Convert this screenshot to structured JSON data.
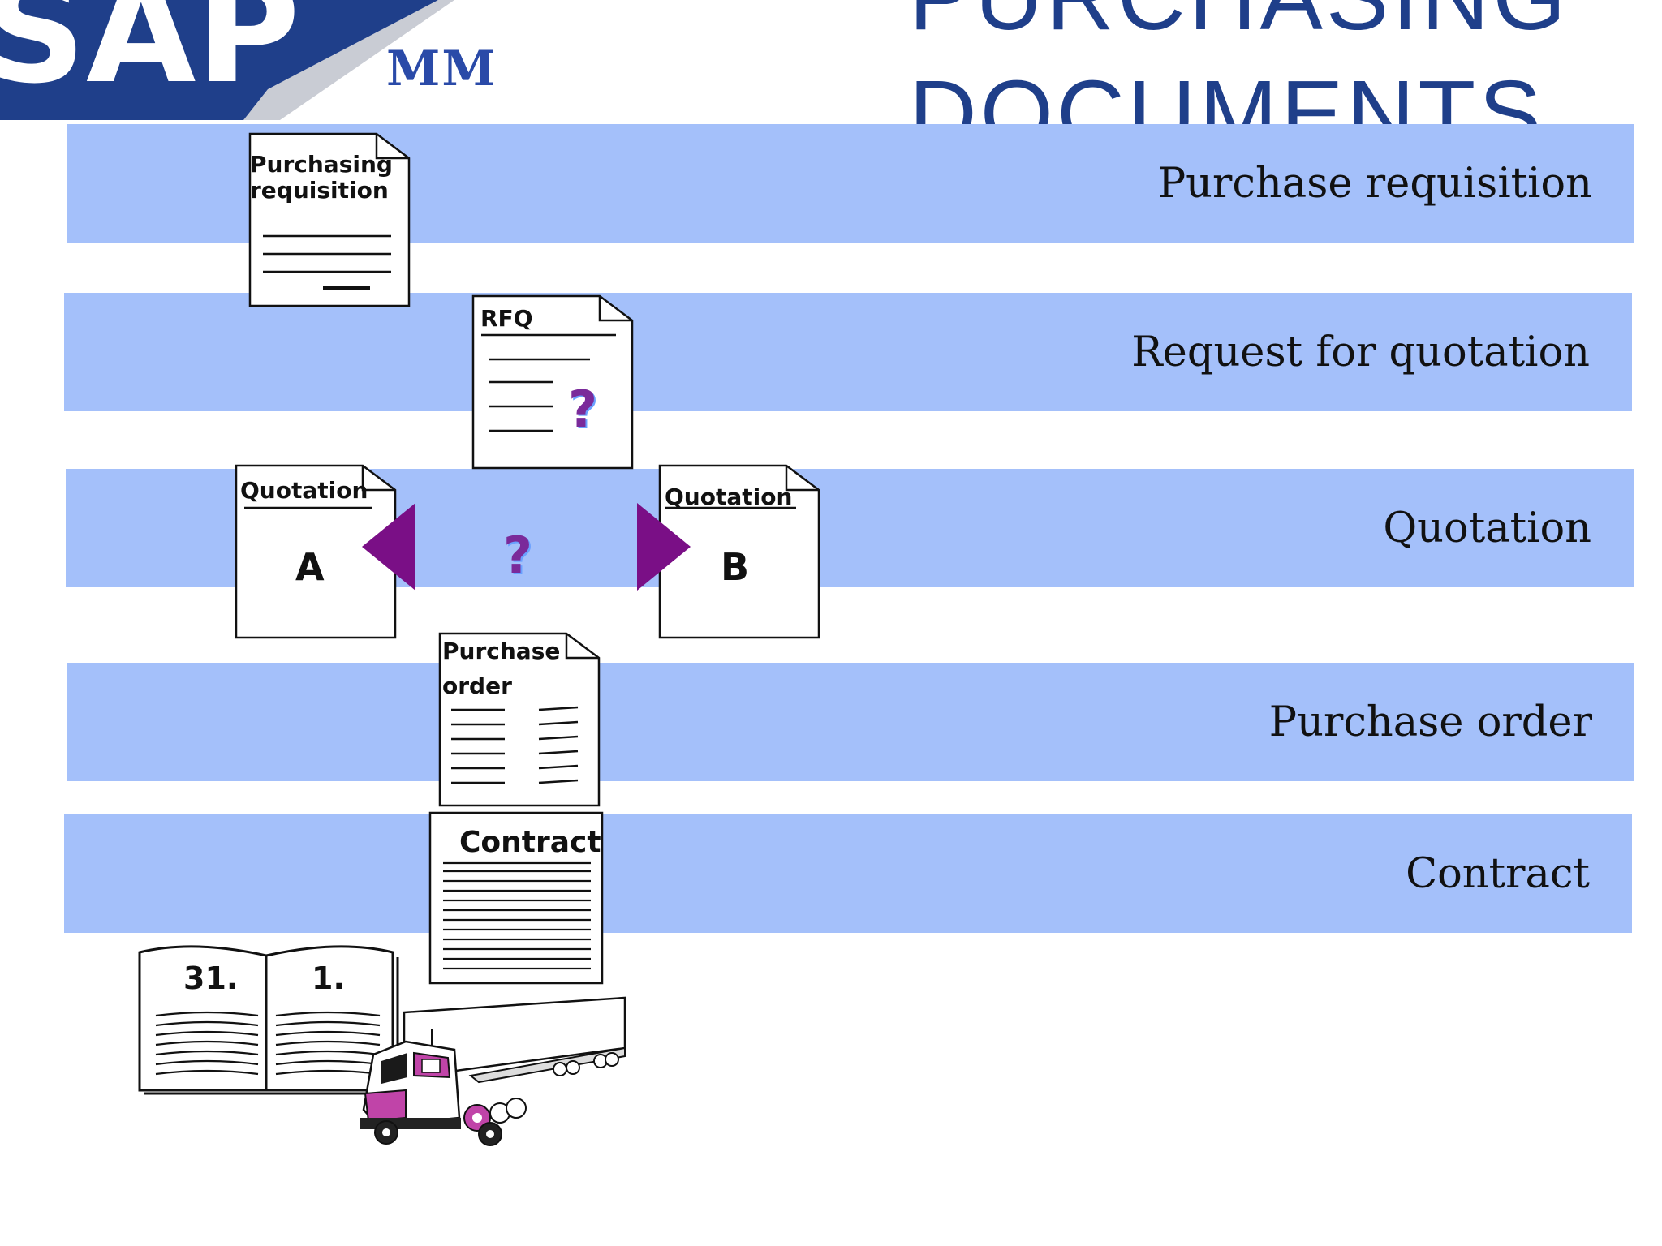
{
  "header": {
    "title_line1": "PURCHASING",
    "title_line2": "DOCUMENTS",
    "logo_text": "SAP",
    "logo_module": "MM"
  },
  "bands": [
    {
      "label": "Purchase requisition"
    },
    {
      "label": "Request for quotation"
    },
    {
      "label": "Quotation"
    },
    {
      "label": "Purchase order"
    },
    {
      "label": "Contract"
    }
  ],
  "documents": {
    "requisition": {
      "line1": "Purchasing",
      "line2": "requisition"
    },
    "rfq": {
      "label": "RFQ",
      "mark": "?"
    },
    "quotation_a": {
      "label": "Quotation",
      "letter": "A"
    },
    "quotation_b": {
      "label": "Quotation",
      "letter": "B"
    },
    "comparison_mark": "?",
    "purchase_order": {
      "line1": "Purchase",
      "line2": "order"
    },
    "contract": {
      "label": "Contract"
    }
  },
  "calendar": {
    "left_page": "31.",
    "right_page": "1."
  },
  "colors": {
    "band": "#a4c0fa",
    "title": "#1f3f8a",
    "arrow": "#7a0f86",
    "logo": "#1f3f8a"
  }
}
